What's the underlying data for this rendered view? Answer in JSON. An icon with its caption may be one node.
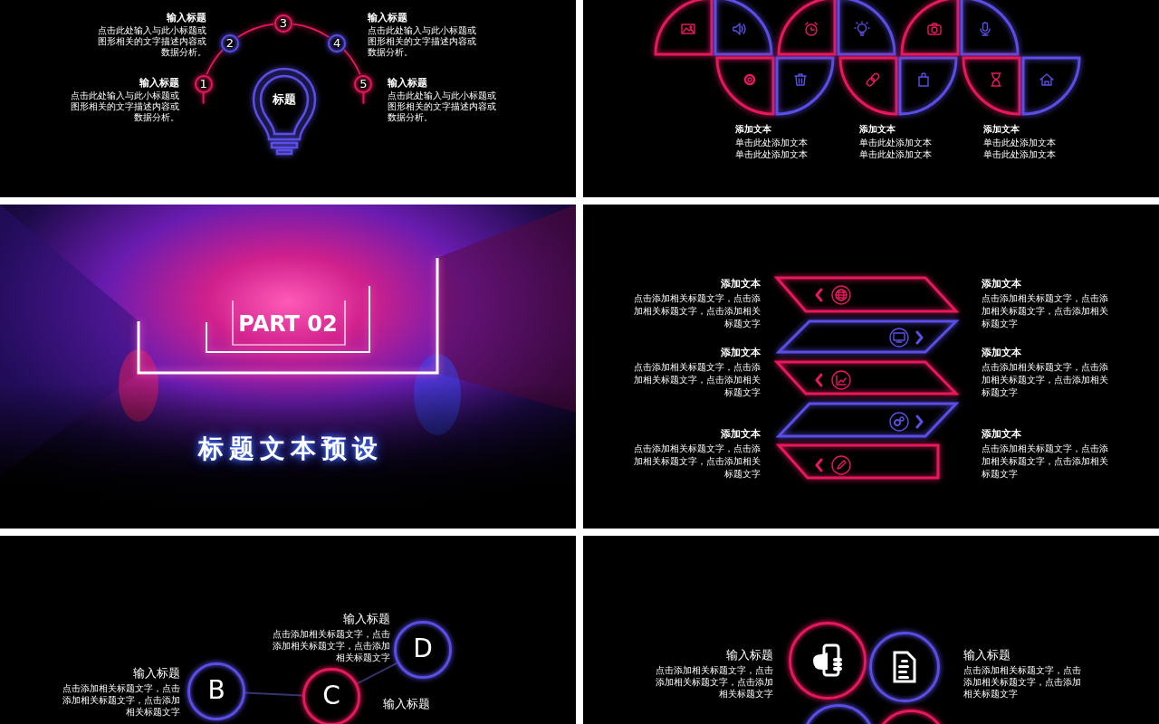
{
  "diagram": {
    "nodes": [
      {
        "text": [
          "1"
        ],
        "beside": [
          "输入标题",
          "点击此处输入与此小标题或图形相关的文字描述内容或数据分析。"
        ]
      },
      {
        "text": [
          "2"
        ],
        "beside": [
          "输入标题",
          "点击此处输入与此小标题或图形相关的文字描述内容或数据分析。"
        ]
      },
      {
        "text": [
          "3"
        ]
      },
      {
        "text": [
          "4"
        ],
        "beside": [
          "输入标题",
          "点击此处输入与此小标题或图形相关的文字描述内容或数据分析。"
        ]
      },
      {
        "text": [
          "5"
        ],
        "beside": [
          "输入标题",
          "点击此处输入与此小标题或图形相关的文字描述内容或数据分析。"
        ]
      },
      {
        "text": [
          "标题"
        ]
      },
      {
        "text": [
          "B"
        ],
        "beside": [
          "输入标题",
          "点击添加相关标题文字，点击添加相关标题文字，点击添加相关标题文字"
        ]
      },
      {
        "text": [
          "D"
        ],
        "beside": [
          "输入标题",
          "点击添加相关标题文字，点击添加相关标题文字，点击添加相关标题文字"
        ]
      },
      {
        "text": [
          "C"
        ],
        "beside": [
          "输入标题"
        ]
      },
      {
        "text": [],
        "shape": "circle",
        "beside": [
          "输入标题",
          "点击添加相关标题文字，点击添加相关标题文字，点击添加相关标题文字"
        ]
      },
      {
        "text": [],
        "shape": "circle",
        "beside": [
          "输入标题",
          "点击添加相关标题文字，点击添加相关标题文字，点击添加相关标题文字"
        ]
      },
      {
        "text": [],
        "shape": "circle"
      },
      {
        "text": [],
        "shape": "circle"
      }
    ],
    "edges": [
      {
        "from": 0,
        "to": 1,
        "arrow": "none"
      },
      {
        "from": 1,
        "to": 2,
        "arrow": "none"
      },
      {
        "from": 2,
        "to": 3,
        "arrow": "none"
      },
      {
        "from": 3,
        "to": 4,
        "arrow": "none"
      },
      {
        "from": 6,
        "to": 8,
        "arrow": "none",
        "color": "#34346e"
      },
      {
        "from": 8,
        "to": 7,
        "arrow": "none",
        "color": "#34346e"
      }
    ],
    "labels": [
      "添加文本",
      "单击此处添加文本",
      "单击此处添加文本",
      "添加文本",
      "单击此处添加文本",
      "单击此处添加文本",
      "添加文本",
      "单击此处添加文本",
      "单击此处添加文本",
      "PART 02",
      "标题文本预设",
      "添加文本",
      "点击添加相关标题文字，点击添加相关标题文字，点击添加相关标题文字",
      "添加文本",
      "点击添加相关标题文字，点击添加相关标题文字，点击添加相关标题文字",
      "添加文本",
      "点击添加相关标题文字，点击添加相关标题文字，点击添加相关标题文字",
      "添加文本",
      "点击添加相关标题文字，点击添加相关标题文字，点击添加相关标题文字",
      "添加文本",
      "点击添加相关标题文字，点击添加相关标题文字，点击添加相关标题文字",
      "添加文本",
      "点击添加相关标题文字，点击添加相关标题文字，点击添加相关标题文字"
    ]
  }
}
